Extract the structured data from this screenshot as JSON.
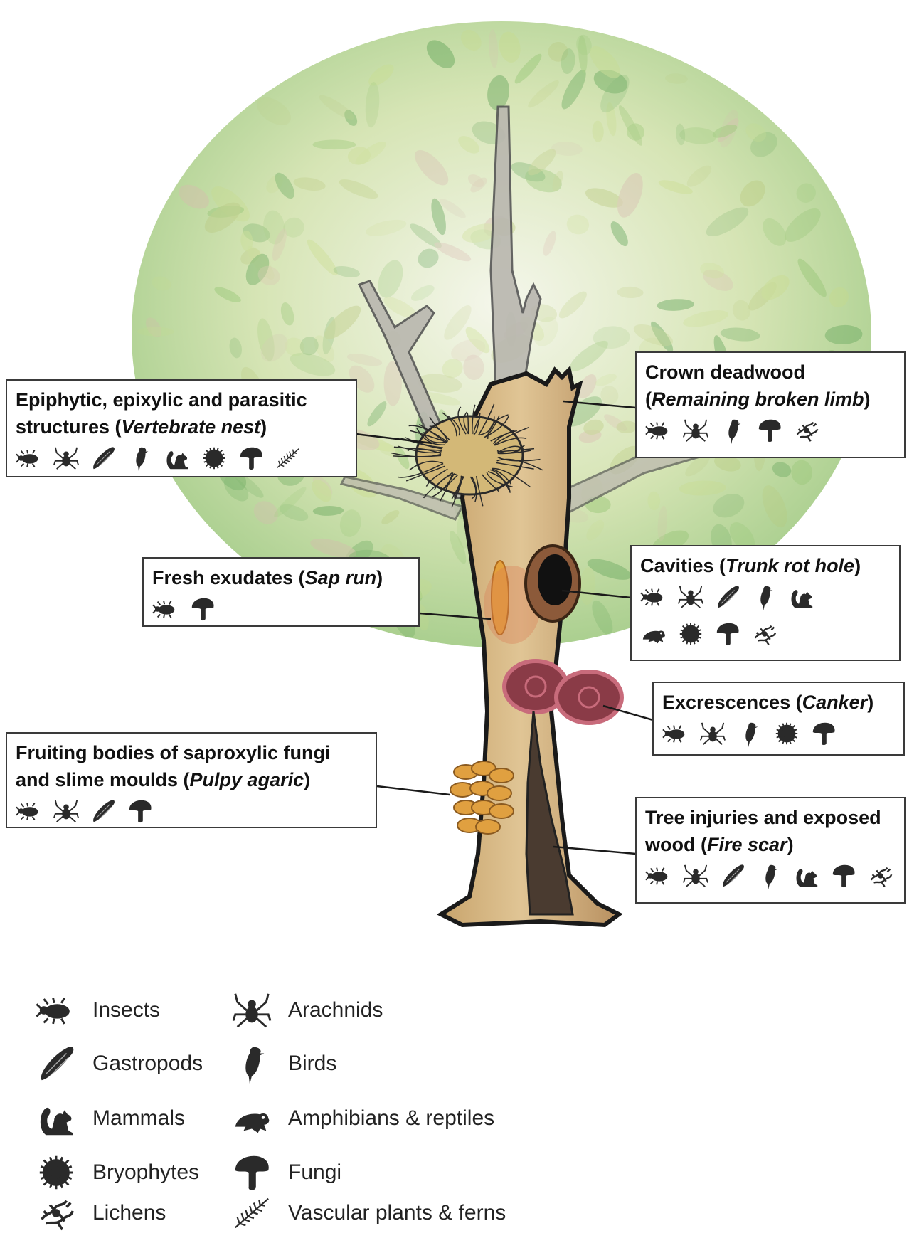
{
  "callouts": {
    "epiphytic": {
      "title": "Epiphytic, epixylic and parasitic structures (",
      "example": "Vertebrate nest",
      "close": ")",
      "icons": [
        "insect-icon",
        "arachnid-icon",
        "gastropod-icon",
        "bird-icon",
        "mammal-icon",
        "bryophyte-icon",
        "fungi-icon",
        "vascular-plant-icon"
      ]
    },
    "crown": {
      "title": "Crown deadwood",
      "open": "(",
      "example": "Remaining broken limb",
      "close": ")",
      "icons": [
        "insect-icon",
        "arachnid-icon",
        "bird-icon",
        "fungi-icon",
        "lichen-icon"
      ]
    },
    "sap": {
      "title": "Fresh exudates (",
      "example": "Sap run",
      "close": ")",
      "icons": [
        "insect-icon",
        "fungi-icon"
      ]
    },
    "cavities": {
      "title": "Cavities (",
      "example": "Trunk rot hole",
      "close": ")",
      "icons": [
        "insect-icon",
        "arachnid-icon",
        "gastropod-icon",
        "bird-icon",
        "mammal-icon",
        "amphibian-icon",
        "bryophyte-icon",
        "fungi-icon",
        "lichen-icon"
      ]
    },
    "excrescences": {
      "title": "Excrescences (",
      "example": "Canker",
      "close": ")",
      "icons": [
        "insect-icon",
        "arachnid-icon",
        "bird-icon",
        "bryophyte-icon",
        "fungi-icon"
      ]
    },
    "fruiting": {
      "title": "Fruiting bodies of saproxylic fungi and slime moulds (",
      "example": "Pulpy agaric",
      "close": ")",
      "icons": [
        "insect-icon",
        "arachnid-icon",
        "gastropod-icon",
        "fungi-icon"
      ]
    },
    "injuries": {
      "title": "Tree injuries and exposed wood (",
      "example": "Fire scar",
      "close": ")",
      "icons": [
        "insect-icon",
        "arachnid-icon",
        "gastropod-icon",
        "bird-icon",
        "mammal-icon",
        "fungi-icon",
        "lichen-icon"
      ]
    }
  },
  "legend": [
    {
      "icon": "insect-icon",
      "label": "Insects"
    },
    {
      "icon": "arachnid-icon",
      "label": "Arachnids"
    },
    {
      "icon": "gastropod-icon",
      "label": "Gastropods"
    },
    {
      "icon": "bird-icon",
      "label": "Birds"
    },
    {
      "icon": "mammal-icon",
      "label": "Mammals"
    },
    {
      "icon": "amphibian-icon",
      "label": "Amphibians & reptiles"
    },
    {
      "icon": "bryophyte-icon",
      "label": "Bryophytes"
    },
    {
      "icon": "fungi-icon",
      "label": "Fungi"
    },
    {
      "icon": "lichen-icon",
      "label": "Lichens"
    },
    {
      "icon": "vascular-plant-icon",
      "label": "Vascular plants & ferns"
    }
  ],
  "colors": {
    "foliage_light": "#c8dc8a",
    "foliage_mid": "#8cc06a",
    "foliage_dark": "#4f9a4a",
    "trunk": "#d2b27e",
    "trunk_outline": "#1a1a1a",
    "scar": "#4a3b30",
    "canker": "#8a3b47",
    "fungus": "#e0a040",
    "icon": "#2a2a2a"
  }
}
